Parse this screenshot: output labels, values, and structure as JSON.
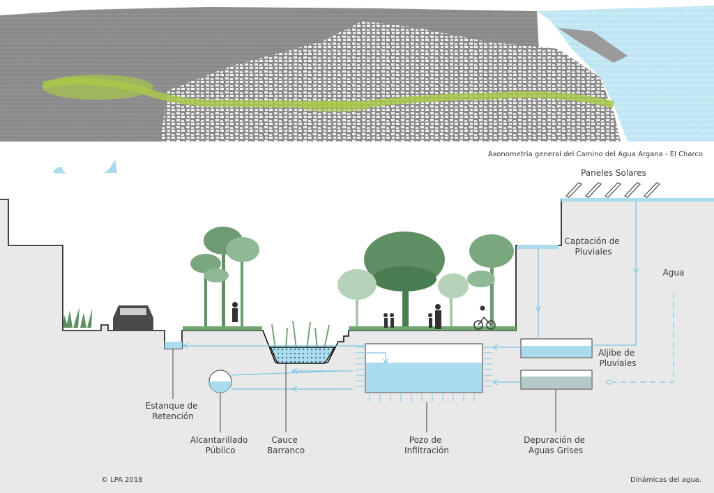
{
  "map": {
    "caption": "Axonometría general del Camino del Agua Argana - El Charco"
  },
  "section": {
    "labels": {
      "solar_panels": "Paneles Solares",
      "rain_capture": [
        "Captación de",
        "Pluviales"
      ],
      "water": "Agua",
      "cistern": [
        "Aljibe de",
        "Pluviales"
      ],
      "retention_pond": [
        "Estanque de",
        "Retención"
      ],
      "sewer": [
        "Alcantarillado",
        "Público"
      ],
      "ravine": [
        "Cauce",
        "Barranco"
      ],
      "infiltration_well": [
        "Pozo de",
        "Infiltración"
      ],
      "greywater": [
        "Depuración de",
        "Aguas Grises"
      ]
    }
  },
  "footer": {
    "copyright": "© LPA 2018",
    "subtitle": "Dinámicas del agua."
  },
  "colors": {
    "water": "#a9dcec",
    "flow": "#7cc6e4",
    "ground": "#e9e9e9",
    "tree_dark": "#5d8f63",
    "tree_light": "#8fb894",
    "green_path": "#a8c84a"
  }
}
